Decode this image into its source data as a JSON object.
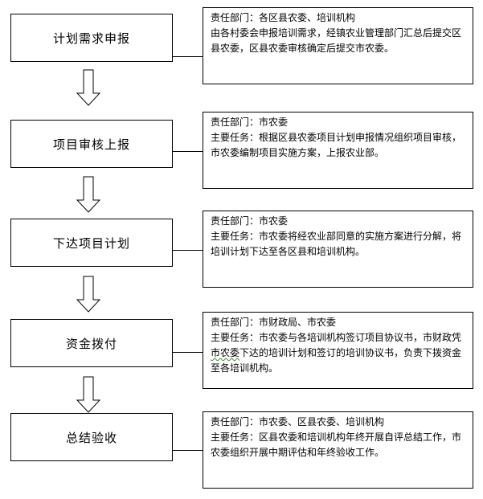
{
  "steps": [
    {
      "title": "计划需求申报",
      "dept": "责任部门：各区县农委、培训机构",
      "task": "由各村委会申报培训需求，经镇农业管理部门汇总后提交区县农委，区县农委审核确定后提交市农委。"
    },
    {
      "title": "项目审核上报",
      "dept": "责任部门：市农委",
      "task": "主要任务：根据区县农委项目计划申报情况组织项目审核，市农委编制项目实施方案，上报农业部。"
    },
    {
      "title": "下达项目计划",
      "dept": "责任部门：市农委",
      "task": "主要任务：市农委将经农业部同意的实施方案进行分解，将培训计划下达至各区县和培训机构。"
    },
    {
      "title": "资金拨付",
      "dept": "责任部门：市财政局、市农委",
      "task_before": "主要任务：市农委与各培训机构签订项目协议书，市财政凭",
      "task_marked": "市农委",
      "task_after": "下达的培训计划和签订的培训协议书，负责下拨资金至各培训机构。"
    },
    {
      "title": "总结验收",
      "dept": "责任部门：市农委、区县农委、培训机构",
      "task": "主要任务：区县农委和培训机构年终开展自评总结工作，市农委组织开展中期评估和年终验收工作。"
    }
  ]
}
